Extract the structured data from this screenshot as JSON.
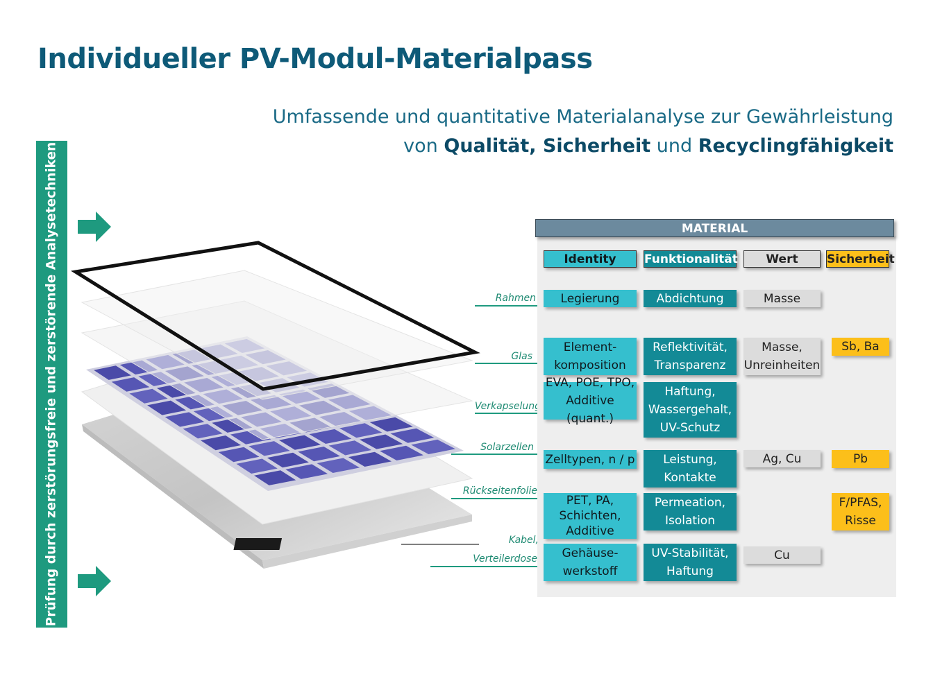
{
  "title": "Individueller PV-Modul-Materialpass",
  "subtitle": {
    "line1": "Umfassende und quantitative Materialanalyse zur Gewährleistung",
    "line2_prefix": "von ",
    "line2_bold1": "Qualität, Sicherheit",
    "line2_mid": " und ",
    "line2_bold2": "Recyclingfähigkeit"
  },
  "side_label": "Prüfung durch zerstörungsfreie und zerstörende Analysetechniken",
  "material_header": "MATERIAL",
  "columns": [
    "Identity",
    "Funktionalität",
    "Wert",
    "Sicherheit"
  ],
  "layers": [
    "Rahmen",
    "Glas",
    "Verkapselung",
    "Solarzellen",
    "Rückseitenfolie",
    "Kabel,",
    "Verteilerdose"
  ],
  "rows": [
    {
      "identity": "Legierung",
      "funktion": "Abdichtung",
      "wert": "Masse",
      "sicherheit": ""
    },
    {
      "identity": "Element-\nkomposition",
      "funktion": "Reflektivität,\nTransparenz",
      "wert": "Masse,\nUnreinheiten",
      "sicherheit": "Sb, Ba"
    },
    {
      "identity": "EVA, POE, TPO,\nAdditive (quant.)",
      "funktion": "Haftung,\nWassergehalt,\nUV-Schutz",
      "wert": "",
      "sicherheit": ""
    },
    {
      "identity": "Zelltypen, n / p",
      "funktion": "Leistung,\nKontakte",
      "wert": "Ag, Cu",
      "sicherheit": "Pb"
    },
    {
      "identity": "PET, PA,\nSchichten,\nAdditive",
      "funktion": "Permeation,\nIsolation",
      "wert": "",
      "sicherheit": "F/PFAS,\nRisse"
    },
    {
      "identity": "Gehäuse-\nwerkstoff",
      "funktion": "UV-Stabilität,\nHaftung",
      "wert": "Cu",
      "sicherheit": ""
    }
  ],
  "colors": {
    "title": "#0e5a78",
    "side_bar": "#1e9a7f",
    "identity": "#35bfce",
    "funktion": "#138a96",
    "wert": "#dcdcdc",
    "sicherheit": "#fcbf1a",
    "material_header": "#6c8a9e",
    "cell_blue": "#4a4aa8"
  }
}
